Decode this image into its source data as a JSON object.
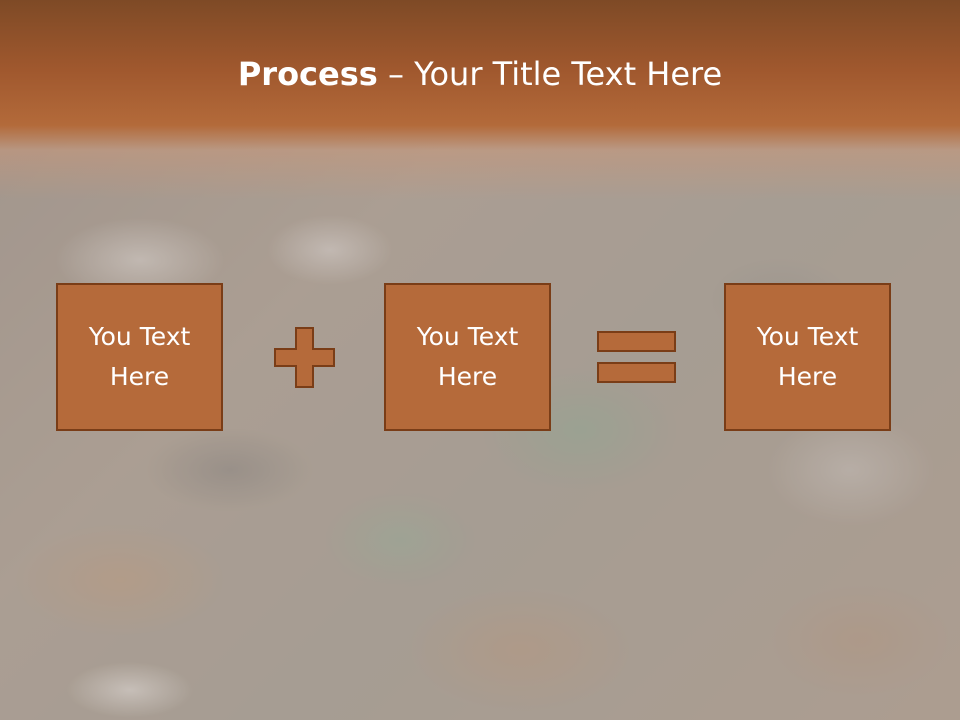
{
  "slide": {
    "title_bold": "Process",
    "title_rest": " – Your Title Text Here",
    "boxes": [
      {
        "text": "You Text Here"
      },
      {
        "text": "You Text Here"
      },
      {
        "text": "You Text Here"
      }
    ],
    "operators": [
      "plus-icon",
      "equals-icon"
    ],
    "colors": {
      "accent": "#b56a3a",
      "accent_border": "#7a3d17",
      "title_band_top": "#7e4a26",
      "text": "#ffffff"
    }
  }
}
